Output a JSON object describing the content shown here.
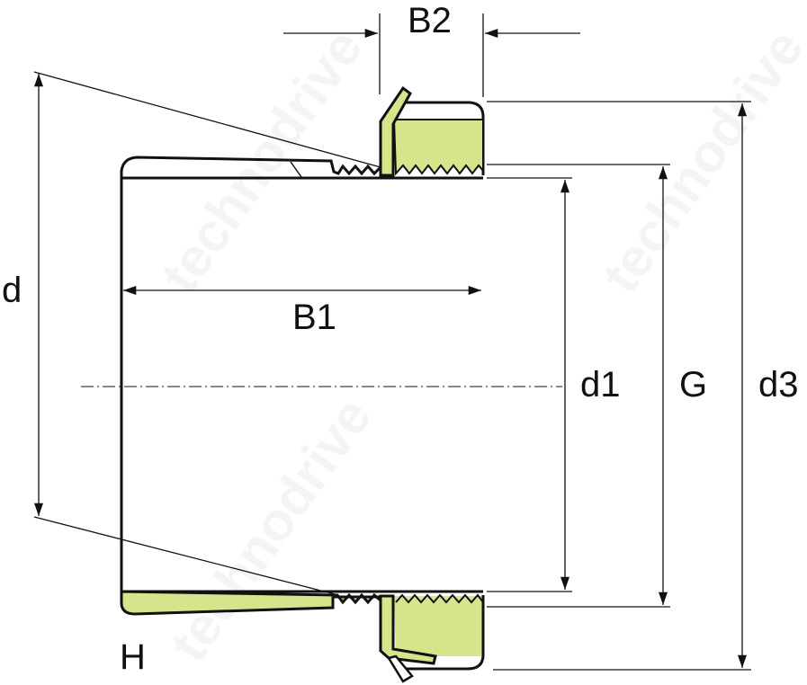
{
  "title": "Adapter sleeve with lock nut and lock washer",
  "labels": {
    "b2": "B2",
    "d": "d",
    "b1": "B1",
    "d1": "d1",
    "g": "G",
    "d3": "d3",
    "h": "H"
  },
  "watermark": "technodrive",
  "colors": {
    "fill": "#d6e48c",
    "line": "#111111",
    "tint": "#cfe8de"
  }
}
